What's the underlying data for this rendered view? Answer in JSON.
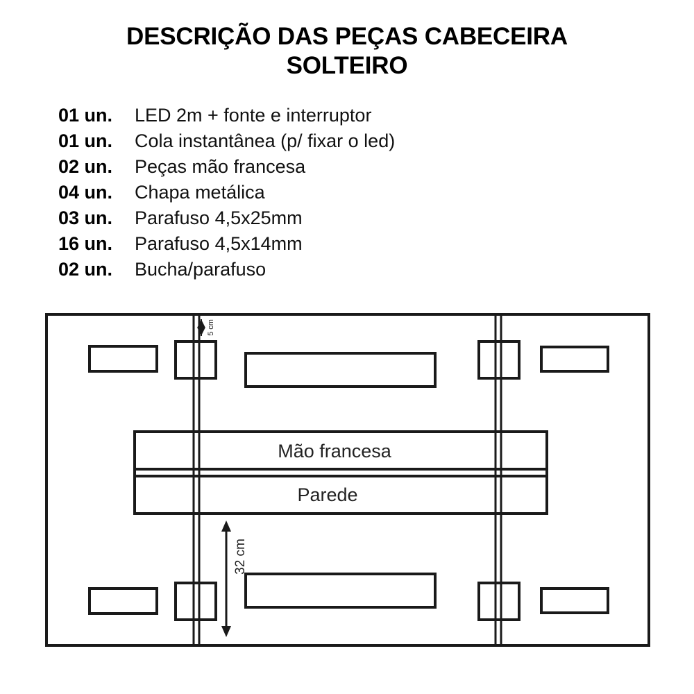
{
  "title": {
    "line1": "DESCRIÇÃO DAS PEÇAS CABECEIRA",
    "line2": "SOLTEIRO"
  },
  "parts_list": [
    {
      "qty": "01 un.",
      "desc": "LED 2m + fonte e interruptor"
    },
    {
      "qty": "01 un.",
      "desc": "Cola instantânea (p/ fixar o led)"
    },
    {
      "qty": "02 un.",
      "desc": "Peças mão francesa"
    },
    {
      "qty": "04 un.",
      "desc": "Chapa metálica"
    },
    {
      "qty": "03 un.",
      "desc": "Parafuso 4,5x25mm"
    },
    {
      "qty": "16 un.",
      "desc": "Parafuso 4,5x14mm"
    },
    {
      "qty": "02 un.",
      "desc": "Bucha/parafuso"
    }
  ],
  "diagram": {
    "labels": {
      "mao_francesa": "Mão francesa",
      "parede": "Parede",
      "dim_top": "5 cm",
      "dim_bottom": "32 cm"
    },
    "colors": {
      "stroke": "#1a1a1a",
      "background": "#ffffff",
      "text": "#222222"
    }
  }
}
